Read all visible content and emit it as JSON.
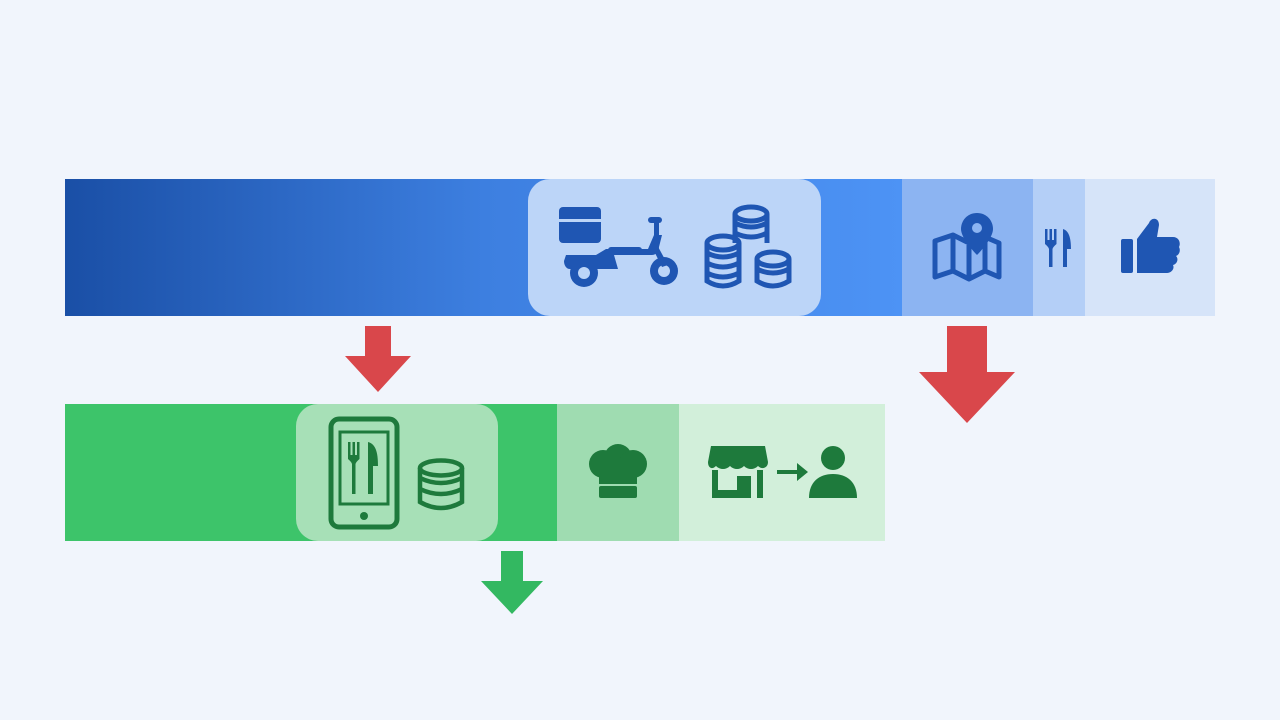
{
  "colors": {
    "background": "#f1f5fc",
    "blue_dark": "#1a4fa6",
    "blue_mid": "#3d7fe0",
    "blue_light": "#4d93f5",
    "blue_icon": "#1f56b3",
    "green_main": "#3dc46a",
    "green_icon": "#1e7a3c",
    "arrow_red": "#d9474b",
    "arrow_green": "#33b861"
  },
  "top_bar": {
    "segments": [
      "main-gradient",
      "delivery-card",
      "map",
      "cutlery",
      "thumbs-up"
    ],
    "icons": [
      "delivery-scooter-icon",
      "coin-stacks-icon",
      "map-pin-icon",
      "fork-knife-icon",
      "thumbs-up-icon"
    ]
  },
  "bottom_bar": {
    "segments": [
      "main",
      "app-card",
      "chef",
      "store-to-customer"
    ],
    "icons": [
      "phone-food-app-icon",
      "coin-stack-icon",
      "chef-hat-icon",
      "store-icon",
      "arrow-right-icon",
      "person-icon"
    ]
  },
  "arrows": [
    {
      "direction": "down",
      "color": "red",
      "size": "small"
    },
    {
      "direction": "down",
      "color": "red",
      "size": "large"
    },
    {
      "direction": "down",
      "color": "green",
      "size": "small"
    }
  ]
}
